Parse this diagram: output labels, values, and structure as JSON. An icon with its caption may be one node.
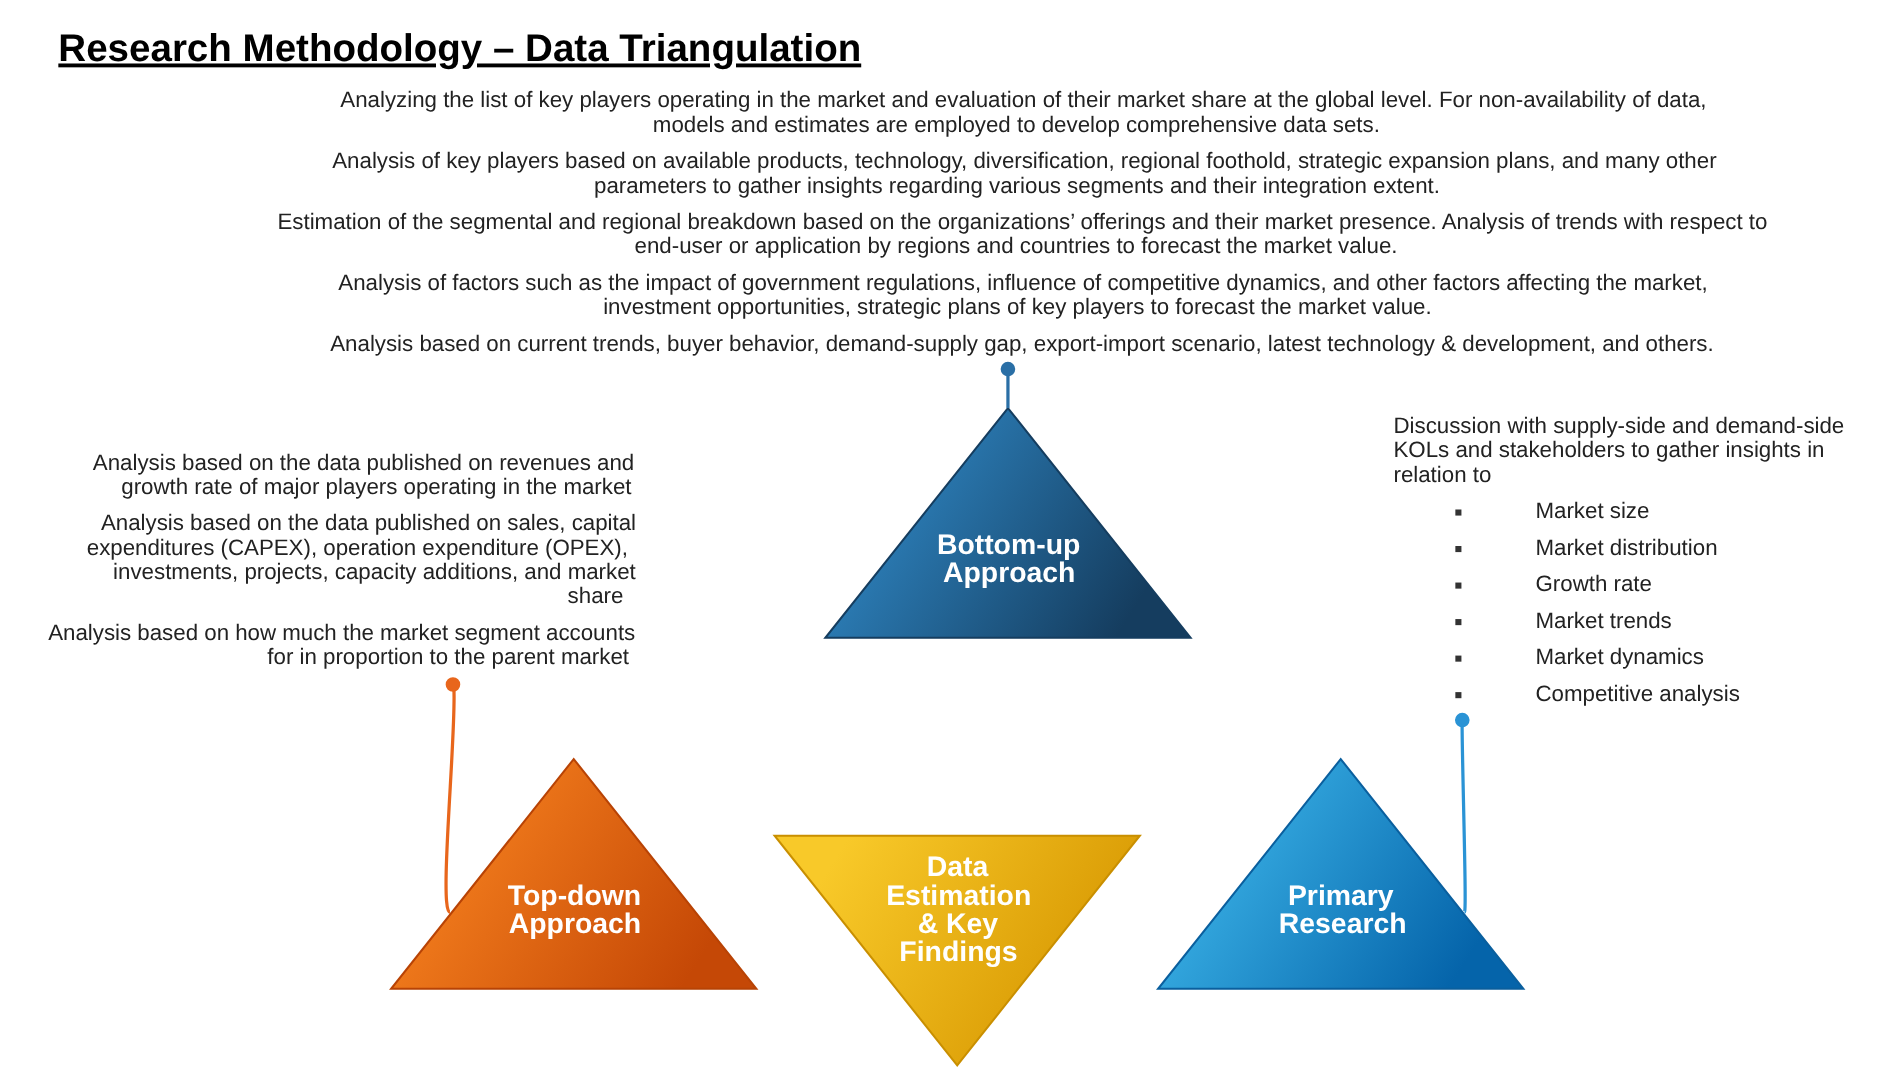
{
  "diagram": {
    "title": "Research Methodology – Data Triangulation",
    "nodes": [
      {
        "text": [
          "Analyzing the list of key players operating in the market and evaluation of their market share at the global level. For non-availability of data, models and estimates are employed to develop comprehensive data sets.",
          "Analysis of key players based on available products, technology, diversification, regional foothold, strategic expansion plans, and many other parameters to gather insights regarding various segments and their integration extent.",
          "Estimation of the segmental and regional breakdown based on the organizations’ offerings and their market presence. Analysis of trends with respect to end-user or application by regions and countries to forecast the market value.",
          "Analysis of factors such as the impact of government regulations, influence of competitive dynamics, and other factors affecting the market, investment opportunities, strategic plans of key players to forecast the market value.",
          "Analysis based on current trends, buyer behavior, demand-supply gap, export-import scenario, latest technology & development, and others."
        ]
      },
      {
        "text": [
          "Bottom-up Approach"
        ]
      },
      {
        "text": [
          "Analysis based on the data published on revenues and growth rate of major players operating in the market",
          "Analysis based on the data published on sales, capital expenditures (CAPEX), operation expenditure (OPEX), investments, projects, capacity additions, and market share",
          "Analysis based on how much the market segment accounts for in proportion to the parent market"
        ]
      },
      {
        "text": [
          "Discussion with supply-side and demand-side KOLs and stakeholders to gather insights in relation to",
          "Market size",
          "Market distribution",
          "Growth rate",
          "Market trends",
          "Market dynamics",
          "Competitive analysis"
        ]
      },
      {
        "text": [
          "Data Estimation & Key Findings"
        ]
      },
      {
        "text": [
          "Top-down Approach"
        ]
      },
      {
        "text": [
          "Primary Research"
        ]
      }
    ],
    "edges": [
      {
        "from": 0,
        "to": 1,
        "arrow": "other",
        "color": "#2a6fa6"
      },
      {
        "from": 2,
        "to": 5,
        "arrow": "other",
        "color": "#e8661c"
      },
      {
        "from": 3,
        "to": 6,
        "arrow": "other",
        "color": "#2a93d5"
      }
    ]
  }
}
